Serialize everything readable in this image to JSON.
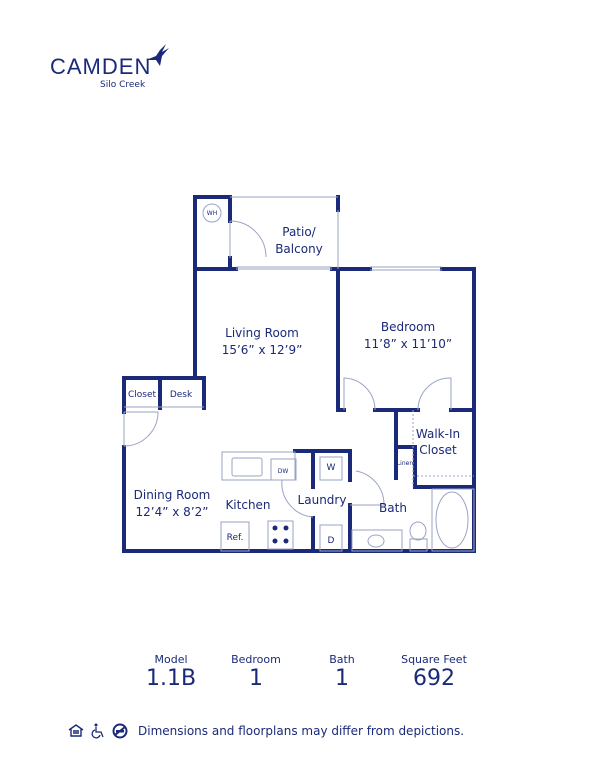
{
  "brand": {
    "name": "Camden",
    "community": "Silo Creek"
  },
  "rooms": {
    "patio": [
      "Patio/",
      "Balcony"
    ],
    "wh": "WH",
    "living": {
      "name": "Living Room",
      "dims": "15’6” x 12’9”"
    },
    "bedroom": {
      "name": "Bedroom",
      "dims": "11’8” x 11’10”"
    },
    "closet": "Closet",
    "desk": "Desk",
    "walkin": [
      "Walk-In",
      "Closet"
    ],
    "linen": "Linen",
    "dining": {
      "name": "Dining Room",
      "dims": "12’4” x 8’2”"
    },
    "kitchen": "Kitchen",
    "laundry": "Laundry",
    "bath": "Bath",
    "dw": "DW",
    "washer": "W",
    "dryer": "D",
    "ref": "Ref."
  },
  "stats": [
    {
      "label": "Model",
      "value": "1.1B"
    },
    {
      "label": "Bedroom",
      "value": "1"
    },
    {
      "label": "Bath",
      "value": "1"
    },
    {
      "label": "Square Feet",
      "value": "692"
    }
  ],
  "footer": {
    "icons": [
      "equal-housing-icon",
      "wheelchair-accessible-icon",
      "no-smoking-icon"
    ],
    "disclaimer": "Dimensions and floorplans may differ from depictions."
  },
  "colors": {
    "brand": "#1b2a78"
  }
}
